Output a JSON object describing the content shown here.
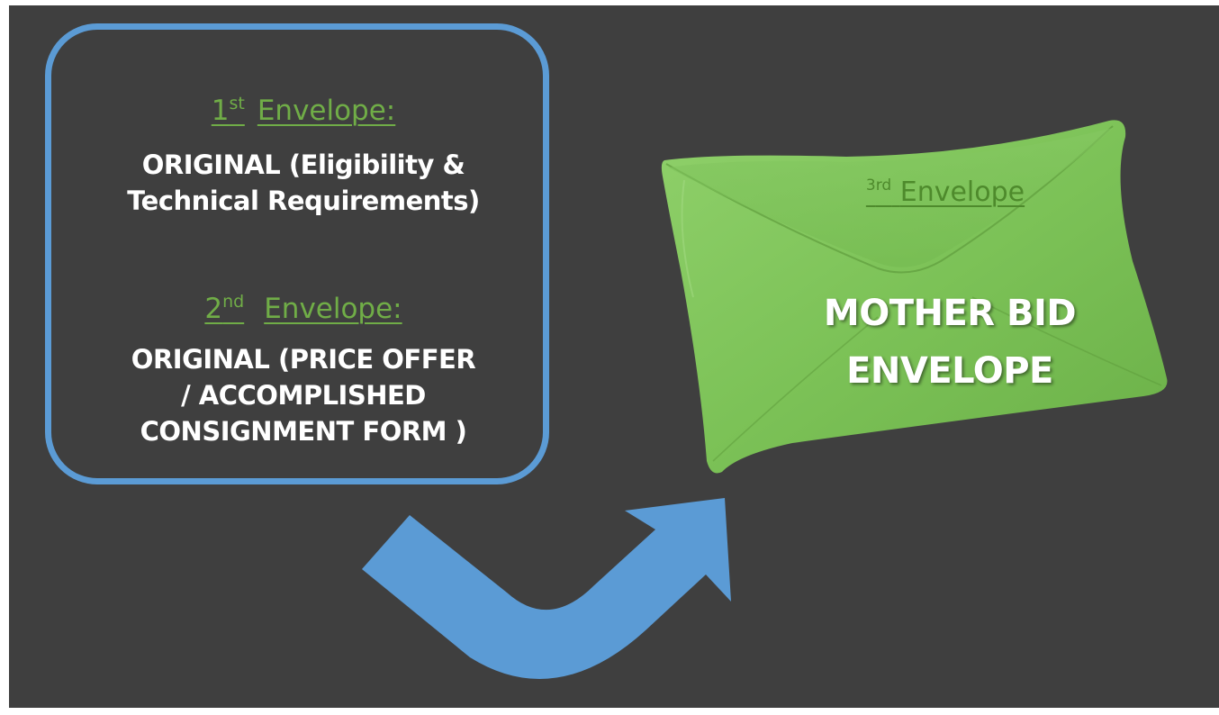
{
  "colors": {
    "background": "#3f3f3f",
    "box_border": "#5b9bd5",
    "heading_green": "#70ad47",
    "envelope_green": "#7cc257",
    "arrow_blue": "#5b9bd5",
    "text_white": "#ffffff"
  },
  "box": {
    "first": {
      "ordinal": "1",
      "suffix": "st",
      "label": "Envelope:",
      "lines": [
        "ORIGINAL (Eligibility &",
        "Technical Requirements)"
      ]
    },
    "second": {
      "ordinal": "2",
      "suffix": "nd",
      "label": "Envelope:",
      "lines": [
        "ORIGINAL (PRICE OFFER",
        "/ ACCOMPLISHED",
        "CONSIGNMENT FORM )"
      ]
    }
  },
  "arrow": {
    "icon": "curved-arrow-icon"
  },
  "mother_envelope": {
    "icon": "envelope-icon",
    "ordinal": "3",
    "suffix": "rd",
    "label": "Envelope",
    "title_lines": [
      "MOTHER BID",
      "ENVELOPE"
    ]
  }
}
